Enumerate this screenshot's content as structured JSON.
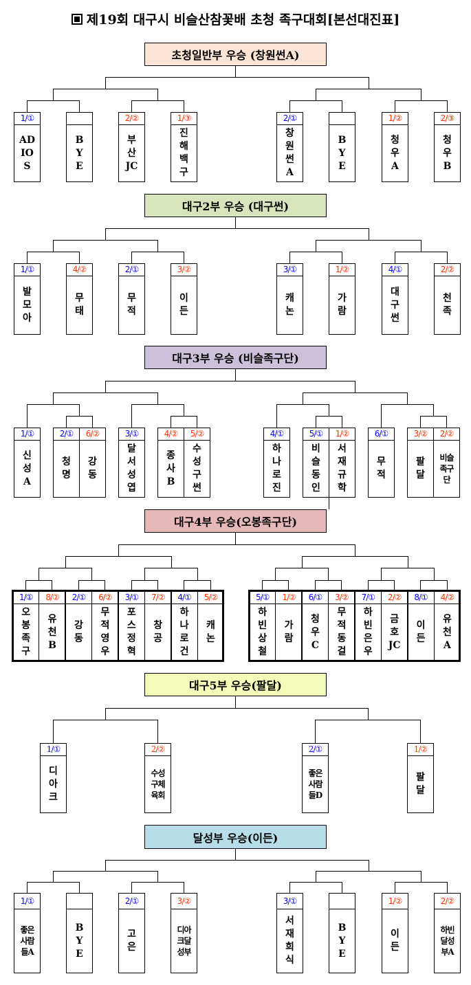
{
  "title": {
    "icon": "square-bullet-icon",
    "text": "제19회 대구시 비슬산참꽃배 초청 족구대회[본선대진표]"
  },
  "colors": {
    "seed_first": "#0000ff",
    "seed_other": "#ff3300"
  },
  "sections": [
    {
      "title": "초청일반부 우승 (창원썬A)",
      "bg": "#fce4d6",
      "teams": [
        {
          "seed": "1/①",
          "name": "AD\nIO\nS"
        },
        {
          "seed": "",
          "name": "B\nY\nE"
        },
        {
          "seed": "2/②",
          "name": "부\n산\nJC"
        },
        {
          "seed": "1/③",
          "name": "진\n해\n백\n구"
        },
        {
          "seed": "2/①",
          "name": "창\n원\n썬\nA"
        },
        {
          "seed": "",
          "name": "B\nY\nE"
        },
        {
          "seed": "1/②",
          "name": "청\n우\nA"
        },
        {
          "seed": "2/③",
          "name": "청\n우\nB"
        }
      ]
    },
    {
      "title": "대구2부 우승 (대구썬)",
      "bg": "#d8e4bc",
      "teams": [
        {
          "seed": "1/①",
          "name": "발\n모\n아"
        },
        {
          "seed": "4/②",
          "name": "무\n태"
        },
        {
          "seed": "2/①",
          "name": "무\n적"
        },
        {
          "seed": "3/②",
          "name": "이\n든"
        },
        {
          "seed": "3/①",
          "name": "캐\n논"
        },
        {
          "seed": "1/②",
          "name": "가\n람"
        },
        {
          "seed": "4/①",
          "name": "대\n구\n썬"
        },
        {
          "seed": "2/②",
          "name": "천\n족"
        }
      ]
    },
    {
      "title": "대구3부 우승 (비슬족구단)",
      "bg": "#ccc0da",
      "teams": [
        {
          "seed": "1/①",
          "name": "신\n성\nA"
        },
        {
          "seed": "2/①",
          "name": "청\n명"
        },
        {
          "seed": "6/②",
          "name": "강\n동"
        },
        {
          "seed": "3/①",
          "name": "달\n서\n성\n엽"
        },
        {
          "seed": "4/②",
          "name": "종\n사\nB"
        },
        {
          "seed": "5/②",
          "name": "수\n성\n구\n썬"
        },
        {
          "seed": "4/①",
          "name": "하\n나\n로\n진"
        },
        {
          "seed": "5/①",
          "name": "비\n슬\n동\n인"
        },
        {
          "seed": "1/②",
          "name": "서\n재\n규\n학"
        },
        {
          "seed": "6/①",
          "name": "무\n적"
        },
        {
          "seed": "3/②",
          "name": "팔\n달"
        },
        {
          "seed": "2/②",
          "name": "비슬\n족구\n단"
        }
      ]
    },
    {
      "title": "대구4부 우승(오봉족구단)",
      "bg": "#e6b8b7",
      "teams": [
        {
          "seed": "1/①",
          "name": "오\n봉\n족\n구"
        },
        {
          "seed": "8/②",
          "name": "유\n천\nB"
        },
        {
          "seed": "2/①",
          "name": "강\n동"
        },
        {
          "seed": "6/②",
          "name": "무\n적\n영\n우"
        },
        {
          "seed": "3/①",
          "name": "포\n스\n정\n혁"
        },
        {
          "seed": "7/②",
          "name": "창\n공"
        },
        {
          "seed": "4/①",
          "name": "하\n나\n로\n건"
        },
        {
          "seed": "5/②",
          "name": "캐\n논"
        },
        {
          "seed": "5/①",
          "name": "하\n빈\n상\n철"
        },
        {
          "seed": "1/②",
          "name": "가\n람"
        },
        {
          "seed": "6/①",
          "name": "청\n우\nC"
        },
        {
          "seed": "3/②",
          "name": "무\n적\n동\n걸"
        },
        {
          "seed": "7/①",
          "name": "하\n빈\n은\n우"
        },
        {
          "seed": "2/②",
          "name": "금\n호\nJC"
        },
        {
          "seed": "8/①",
          "name": "이\n든"
        },
        {
          "seed": "4/②",
          "name": "유\n천\nA"
        }
      ]
    },
    {
      "title": "대구5부 우승(팔달)",
      "bg": "#f4fbb8",
      "teams": [
        {
          "seed": "1/①",
          "name": "디\n아\n크"
        },
        {
          "seed": "2/②",
          "name": "수성\n구체\n육회"
        },
        {
          "seed": "2/①",
          "name": "좋은\n사람\n들D"
        },
        {
          "seed": "1/②",
          "name": "팔\n달"
        }
      ]
    },
    {
      "title": "달성부 우승(이든)",
      "bg": "#b7dee8",
      "teams": [
        {
          "seed": "1/①",
          "name": "좋은\n사람\n들A"
        },
        {
          "seed": "",
          "name": "B\nY\nE"
        },
        {
          "seed": "2/①",
          "name": "고\n은"
        },
        {
          "seed": "3/②",
          "name": "디아\n크달\n성부"
        },
        {
          "seed": "3/①",
          "name": "서\n재\n희\n식"
        },
        {
          "seed": "",
          "name": "B\nY\nE"
        },
        {
          "seed": "1/②",
          "name": "이\n든"
        },
        {
          "seed": "2/②",
          "name": "하빈\n달성\n부A"
        }
      ]
    }
  ]
}
